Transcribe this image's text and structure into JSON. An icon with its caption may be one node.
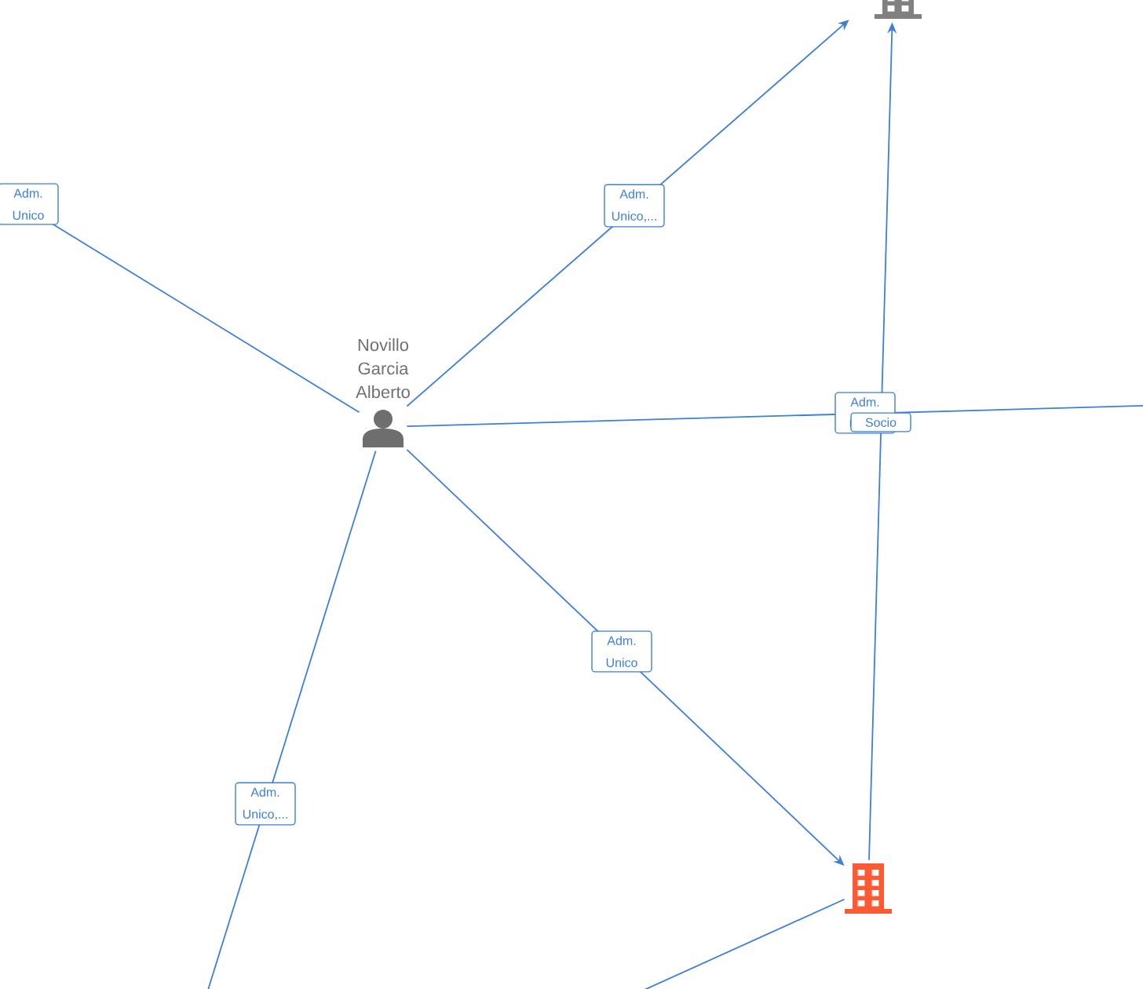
{
  "diagram": {
    "nodes": [
      {
        "text": [],
        "shape": "building"
      },
      {
        "text": [
          "Novillo Garcia Alberto"
        ]
      },
      {
        "text": [],
        "shape": "building"
      }
    ],
    "edges": [
      {
        "from": 1,
        "to": 0,
        "arrow": "to",
        "label": "Adm. Unico,..."
      },
      {
        "from": 1,
        "to": null,
        "arrow": "none",
        "label": "Adm. Unico"
      },
      {
        "from": 1,
        "to": null,
        "arrow": "none",
        "label": "Adm. Unico"
      },
      {
        "from": 1,
        "to": 2,
        "arrow": "to",
        "label": "Adm. Unico"
      },
      {
        "from": 1,
        "to": null,
        "arrow": "none",
        "label": "Adm. Unico,..."
      },
      {
        "from": 2,
        "to": 0,
        "arrow": "to",
        "label": "Socio"
      },
      {
        "from": null,
        "to": 2,
        "arrow": "none"
      }
    ]
  }
}
